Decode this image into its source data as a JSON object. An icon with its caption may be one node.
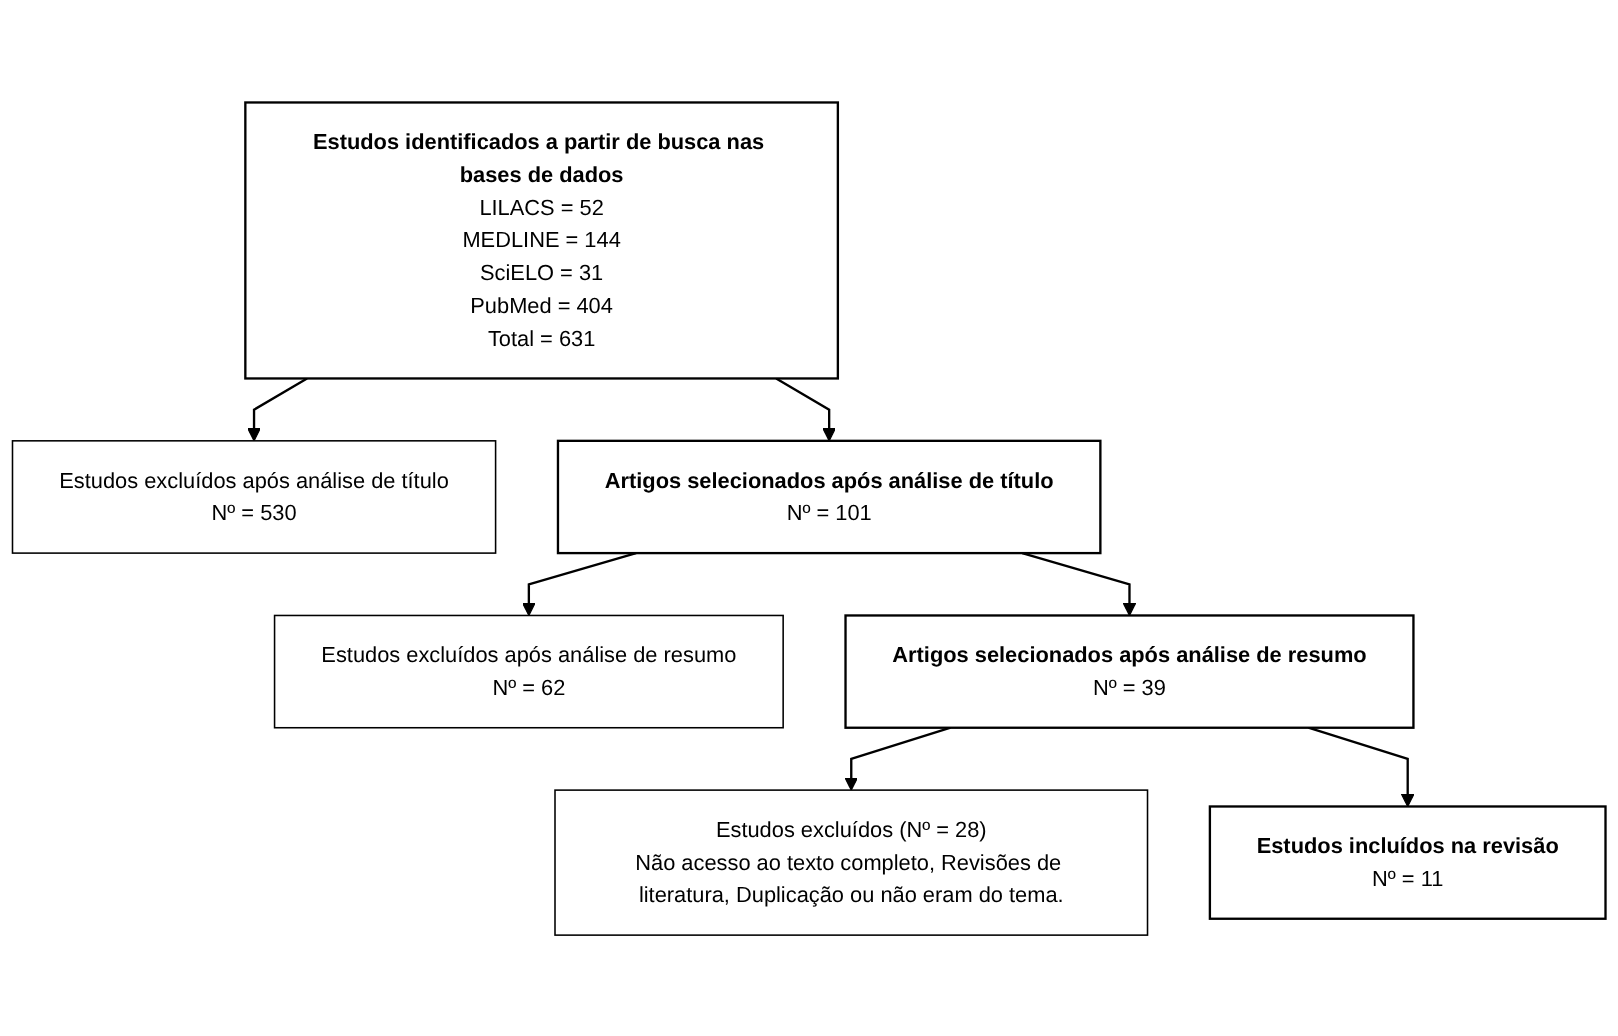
{
  "diagram": {
    "nodes": [
      {
        "text": [
          "Estudos identificados a partir de busca nas bases de dados",
          "LILACS = 52",
          "MEDLINE = 144",
          "SciELO = 31",
          "PubMed = 404",
          "Total = 631"
        ]
      },
      {
        "text": [
          "Estudos excluídos após análise de título",
          "Nº = 530"
        ]
      },
      {
        "text": [
          "Artigos selecionados após análise de título",
          "Nº = 101"
        ]
      },
      {
        "text": [
          "Estudos excluídos após análise de resumo",
          "Nº = 62"
        ]
      },
      {
        "text": [
          "Artigos selecionados após análise de resumo",
          "Nº = 39"
        ]
      },
      {
        "text": [
          "Estudos excluídos (Nº = 28)",
          "Não acesso ao texto completo, Revisões de literatura, Duplicação ou não eram do tema."
        ]
      },
      {
        "text": [
          "Estudos incluídos na revisão",
          "Nº = 11"
        ]
      }
    ],
    "edges": [
      {
        "from": 0,
        "to": 1,
        "arrow": "to"
      },
      {
        "from": 0,
        "to": 2,
        "arrow": "to"
      },
      {
        "from": 2,
        "to": 3,
        "arrow": "to"
      },
      {
        "from": 2,
        "to": 4,
        "arrow": "to"
      },
      {
        "from": 4,
        "to": 5,
        "arrow": "to"
      },
      {
        "from": 4,
        "to": 6,
        "arrow": "to"
      }
    ]
  }
}
